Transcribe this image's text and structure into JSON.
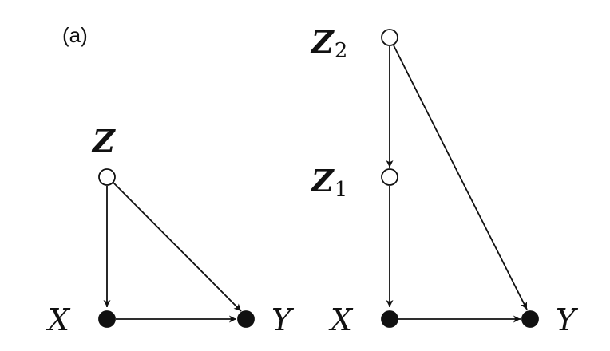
{
  "panel_label": "(a)",
  "left_graph": {
    "nodes": {
      "z": {
        "label": "Z",
        "observed": false
      },
      "x": {
        "label": "X",
        "observed": true
      },
      "y": {
        "label": "Y",
        "observed": true
      }
    },
    "edges": [
      {
        "from": "Z",
        "to": "X"
      },
      {
        "from": "Z",
        "to": "Y"
      },
      {
        "from": "X",
        "to": "Y"
      }
    ]
  },
  "right_graph": {
    "nodes": {
      "z2": {
        "label": "Z",
        "subscript": "2",
        "observed": false
      },
      "z1": {
        "label": "Z",
        "subscript": "1",
        "observed": false
      },
      "x": {
        "label": "X",
        "observed": true
      },
      "y": {
        "label": "Y",
        "observed": true
      }
    },
    "edges": [
      {
        "from": "Z2",
        "to": "Z1"
      },
      {
        "from": "Z1",
        "to": "X"
      },
      {
        "from": "Z2",
        "to": "Y"
      },
      {
        "from": "X",
        "to": "Y"
      }
    ]
  }
}
